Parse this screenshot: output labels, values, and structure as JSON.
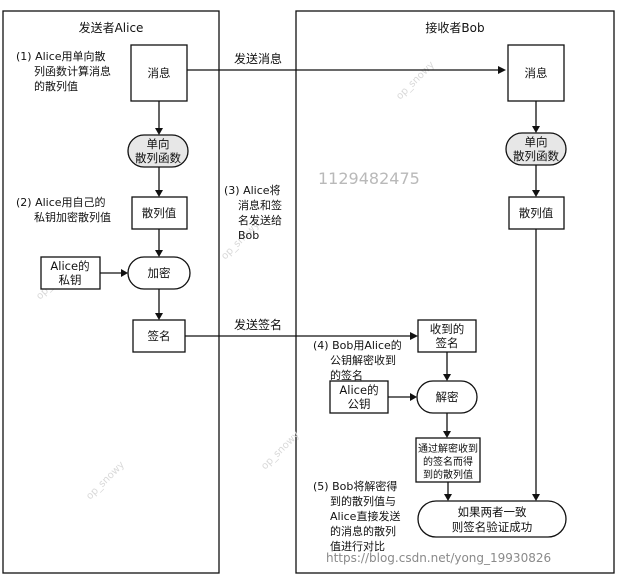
{
  "lanes": {
    "sender": "发送者Alice",
    "receiver": "接收者Bob"
  },
  "nodes": {
    "msg_left": "消息",
    "hash_fn_left": [
      "单向",
      "散列函数"
    ],
    "hash_value_left": "散列值",
    "alice_private_key": [
      "Alice的",
      "私钥"
    ],
    "encrypt": "加密",
    "signature": "签名",
    "msg_right": "消息",
    "hash_fn_right": [
      "单向",
      "散列函数"
    ],
    "hash_value_right": "散列值",
    "received_signature": [
      "收到的",
      "签名"
    ],
    "alice_public_key": [
      "Alice的",
      "公钥"
    ],
    "decrypt": "解密",
    "decrypted_hash": [
      "通过解密收到",
      "的签名而得",
      "到的散列值"
    ],
    "result": [
      "如果两者一致",
      "则签名验证成功"
    ]
  },
  "edge_labels": {
    "send_message": "发送消息",
    "send_signature": "发送签名"
  },
  "steps": {
    "step1": [
      "(1) Alice用单向散",
      "列函数计算消息",
      "的散列值"
    ],
    "step2": [
      "(2) Alice用自己的",
      "私钥加密散列值"
    ],
    "step3": [
      "(3) Alice将",
      "消息和签",
      "名发送给",
      "Bob"
    ],
    "step4": [
      "(4) Bob用Alice的",
      "公钥解密收到",
      "的签名"
    ],
    "step5": [
      "(5) Bob将解密得",
      "到的散列值与",
      "Alice直接发送",
      "的消息的散列",
      "值进行对比"
    ]
  },
  "overlay": {
    "number": "1129482475",
    "watermark_small": "op_snowy",
    "url": "https://blog.csdn.net/yong_19930826"
  }
}
